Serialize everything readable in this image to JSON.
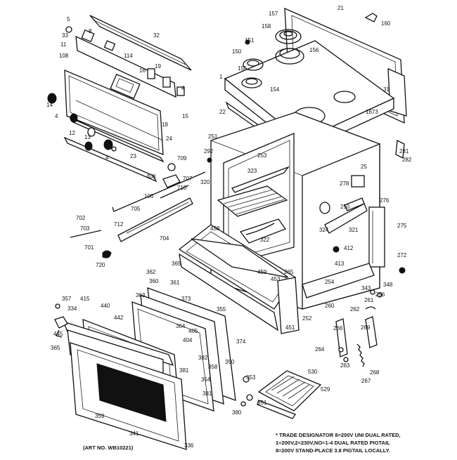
{
  "labels": [
    {
      "id": "5",
      "t": "5"
    },
    {
      "id": "33",
      "t": "33"
    },
    {
      "id": "32",
      "t": "32"
    },
    {
      "id": "8",
      "t": "8"
    },
    {
      "id": "11",
      "t": "11"
    },
    {
      "id": "108",
      "t": "108"
    },
    {
      "id": "114",
      "t": "114"
    },
    {
      "id": "16",
      "t": "16"
    },
    {
      "id": "19",
      "t": "19"
    },
    {
      "id": "4a",
      "t": "4"
    },
    {
      "id": "21",
      "t": "21"
    },
    {
      "id": "22",
      "t": "22"
    },
    {
      "id": "18",
      "t": "18"
    },
    {
      "id": "14",
      "t": "14"
    },
    {
      "id": "15",
      "t": "15"
    },
    {
      "id": "12",
      "t": "12"
    },
    {
      "id": "4b",
      "t": "4"
    },
    {
      "id": "13",
      "t": "13"
    },
    {
      "id": "24",
      "t": "24"
    },
    {
      "id": "23",
      "t": "23"
    },
    {
      "id": "4c",
      "t": "4"
    },
    {
      "id": "157",
      "t": "157"
    },
    {
      "id": "158",
      "t": "158"
    },
    {
      "id": "151",
      "t": "151"
    },
    {
      "id": "150",
      "t": "150"
    },
    {
      "id": "156",
      "t": "156"
    },
    {
      "id": "155",
      "t": "155"
    },
    {
      "id": "154",
      "t": "154"
    },
    {
      "id": "1",
      "t": "1"
    },
    {
      "id": "160",
      "t": "160"
    },
    {
      "id": "31",
      "t": "31"
    },
    {
      "id": "1673",
      "t": "1673"
    },
    {
      "id": "251",
      "t": "251"
    },
    {
      "id": "292",
      "t": "292"
    },
    {
      "id": "253",
      "t": "253"
    },
    {
      "id": "25",
      "t": "25"
    },
    {
      "id": "281",
      "t": "281"
    },
    {
      "id": "282",
      "t": "282"
    },
    {
      "id": "709",
      "t": "709"
    },
    {
      "id": "408",
      "t": "408"
    },
    {
      "id": "707",
      "t": "707"
    },
    {
      "id": "710",
      "t": "710"
    },
    {
      "id": "106",
      "t": "106"
    },
    {
      "id": "320",
      "t": "320"
    },
    {
      "id": "323",
      "t": "323"
    },
    {
      "id": "278",
      "t": "278"
    },
    {
      "id": "276",
      "t": "276"
    },
    {
      "id": "250",
      "t": "250"
    },
    {
      "id": "324",
      "t": "324"
    },
    {
      "id": "321",
      "t": "321"
    },
    {
      "id": "275",
      "t": "275"
    },
    {
      "id": "705",
      "t": "705"
    },
    {
      "id": "702",
      "t": "702"
    },
    {
      "id": "712",
      "t": "712"
    },
    {
      "id": "703",
      "t": "703"
    },
    {
      "id": "704",
      "t": "704"
    },
    {
      "id": "701",
      "t": "701"
    },
    {
      "id": "720",
      "t": "720"
    },
    {
      "id": "458",
      "t": "458"
    },
    {
      "id": "322",
      "t": "322"
    },
    {
      "id": "412",
      "t": "412"
    },
    {
      "id": "413",
      "t": "413"
    },
    {
      "id": "272",
      "t": "272"
    },
    {
      "id": "365",
      "t": "365"
    },
    {
      "id": "459",
      "t": "459"
    },
    {
      "id": "265",
      "t": "265"
    },
    {
      "id": "254",
      "t": "254"
    },
    {
      "id": "453",
      "t": "453"
    },
    {
      "id": "343",
      "t": "343"
    },
    {
      "id": "348",
      "t": "348"
    },
    {
      "id": "256",
      "t": "256"
    },
    {
      "id": "360",
      "t": "360"
    },
    {
      "id": "362",
      "t": "362"
    },
    {
      "id": "361",
      "t": "361"
    },
    {
      "id": "363",
      "t": "363"
    },
    {
      "id": "373",
      "t": "373"
    },
    {
      "id": "355",
      "t": "355"
    },
    {
      "id": "451",
      "t": "451"
    },
    {
      "id": "252",
      "t": "252"
    },
    {
      "id": "260",
      "t": "260"
    },
    {
      "id": "261",
      "t": "261"
    },
    {
      "id": "357",
      "t": "357"
    },
    {
      "id": "415",
      "t": "415"
    },
    {
      "id": "334",
      "t": "334"
    },
    {
      "id": "440",
      "t": "440"
    },
    {
      "id": "442",
      "t": "442"
    },
    {
      "id": "364",
      "t": "364"
    },
    {
      "id": "374",
      "t": "374"
    },
    {
      "id": "445",
      "t": "445"
    },
    {
      "id": "405",
      "t": "405"
    },
    {
      "id": "404",
      "t": "404"
    },
    {
      "id": "365b",
      "t": "365"
    },
    {
      "id": "382",
      "t": "382"
    },
    {
      "id": "350",
      "t": "350"
    },
    {
      "id": "358",
      "t": "358"
    },
    {
      "id": "381",
      "t": "381"
    },
    {
      "id": "354",
      "t": "354"
    },
    {
      "id": "381b",
      "t": "381"
    },
    {
      "id": "380",
      "t": "380"
    },
    {
      "id": "359",
      "t": "359"
    },
    {
      "id": "341",
      "t": "341"
    },
    {
      "id": "336",
      "t": "336"
    },
    {
      "id": "351",
      "t": "351"
    },
    {
      "id": "353",
      "t": "353"
    },
    {
      "id": "530",
      "t": "530"
    },
    {
      "id": "529",
      "t": "529"
    },
    {
      "id": "264",
      "t": "264"
    },
    {
      "id": "263",
      "t": "263"
    },
    {
      "id": "268",
      "t": "268"
    },
    {
      "id": "267",
      "t": "267"
    },
    {
      "id": "266",
      "t": "266"
    },
    {
      "id": "262",
      "t": "262"
    },
    {
      "id": "269",
      "t": "269"
    }
  ],
  "part_no": "(ART NO. WB10221)",
  "footnote": [
    "* TRADE DESIGNATOR 8=200V UNI DUAL RATED,",
    "1=200V,2=230V,NO=1-4 DUAL RATED PIGTAIL",
    "8=200V STAND-PLACE 3.8 PIGTAIL LOCALLY."
  ]
}
